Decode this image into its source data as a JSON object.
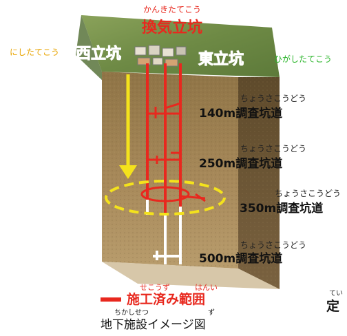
{
  "ventilation_shaft": {
    "ruby": "かんきたてこう",
    "label": "換気立坑"
  },
  "west_shaft": {
    "ruby": "にしたてこう",
    "label": "西立坑"
  },
  "east_shaft": {
    "ruby": "ひがしたてこう",
    "label": "東立坑"
  },
  "galleries": [
    {
      "ruby": "ちょうさこうどう",
      "label": "140m調査坑道"
    },
    {
      "ruby": "ちょうさこうどう",
      "label": "250m調査坑道"
    },
    {
      "ruby": "ちょうさこうどう",
      "label": "350m調査坑道"
    },
    {
      "ruby": "ちょうさこうどう",
      "label": "500m調査坑道"
    }
  ],
  "legend": {
    "constructed_ruby_1": "せこうず",
    "constructed_ruby_2": "はんい",
    "constructed_label": "施工済み範囲",
    "constructed_color": "#e8281e"
  },
  "caption": {
    "ruby_1": "ちかしせつ",
    "ruby_2": "ず",
    "label": "地下施設イメージ図"
  },
  "partial_right": {
    "ruby": "てい",
    "label": "定"
  },
  "colors": {
    "constructed": "#e8281e",
    "planned": "#ffffff",
    "west_text": "#f3a900",
    "east_text": "#23b923",
    "highlight_ellipse": "#f4e21c",
    "soil": "#a88d60",
    "soil_dark": "#6b5634",
    "ground": "#6f8a46"
  }
}
